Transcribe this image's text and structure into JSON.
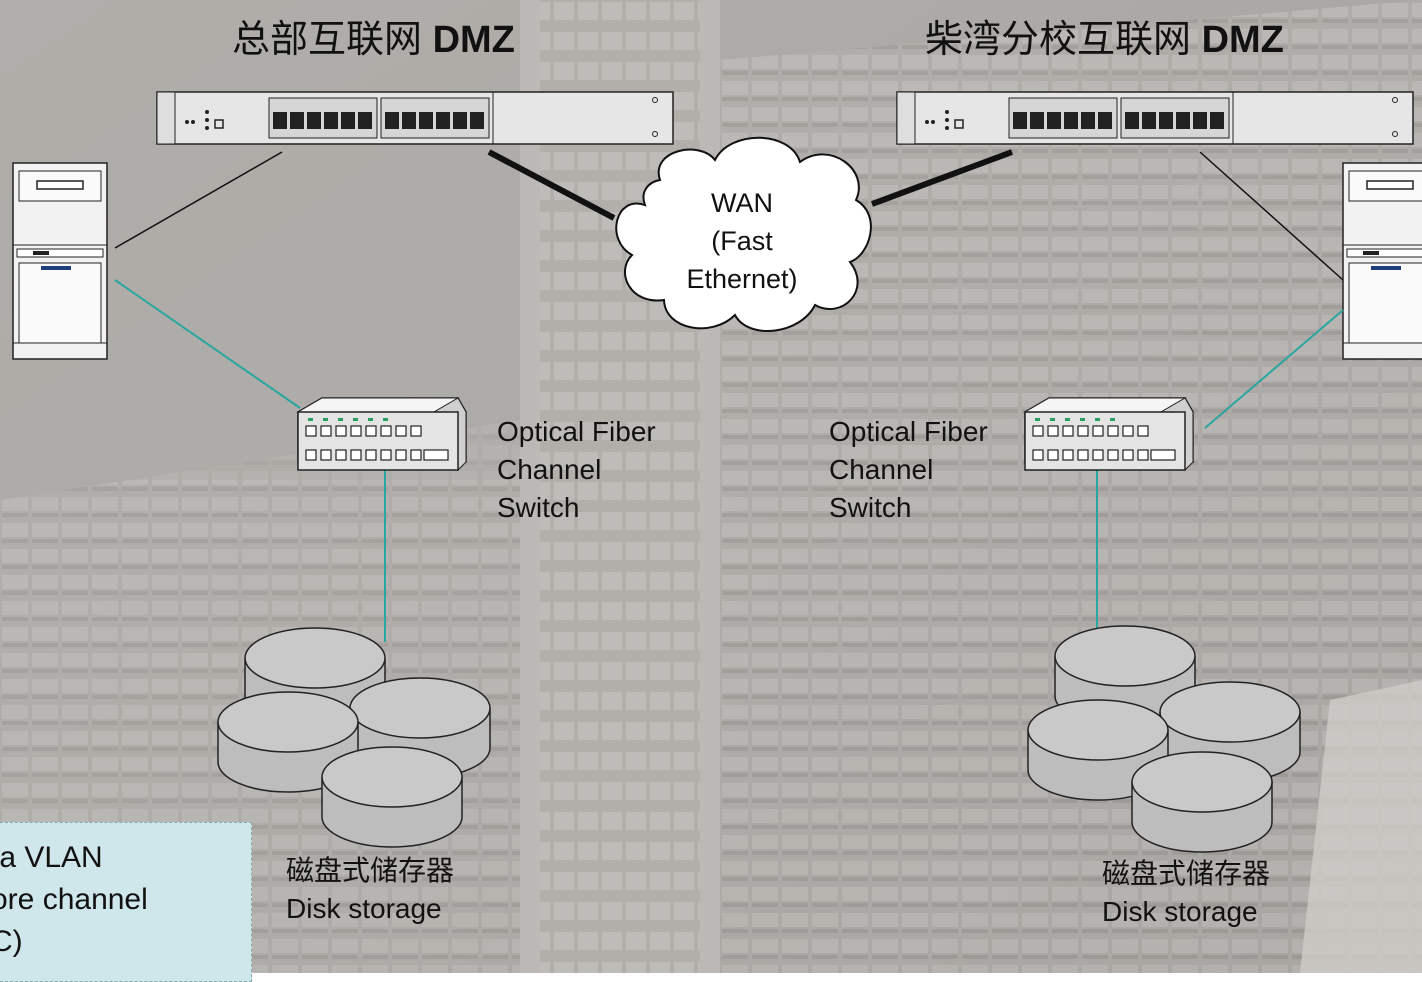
{
  "titles": {
    "hq": {
      "cn": "总部互联网",
      "bold": "DMZ"
    },
    "branch": {
      "cn": "柴湾分校互联网",
      "bold": "DMZ"
    }
  },
  "wan": {
    "line1": "WAN",
    "line2": "(Fast",
    "line3": "Ethernet)"
  },
  "fiber_switch_left": {
    "line1": "Optical Fiber",
    "line2": "Channel",
    "line3": "Switch"
  },
  "fiber_switch_right": {
    "line1": "Optical Fiber",
    "line2": "Channel",
    "line3": "Switch"
  },
  "disk_left": {
    "cn": "磁盘式储存器",
    "en": "Disk storage"
  },
  "disk_right": {
    "cn": "磁盘式储存器",
    "en": "Disk storage"
  },
  "note": {
    "line1": "ta VLAN",
    "line2": "ore channel",
    "line3": "C)"
  },
  "colors": {
    "fiber_link": "#2aa6a0",
    "ethernet_link": "#111111",
    "note_bg": "#cfe6ea",
    "background": "#9a9794"
  }
}
